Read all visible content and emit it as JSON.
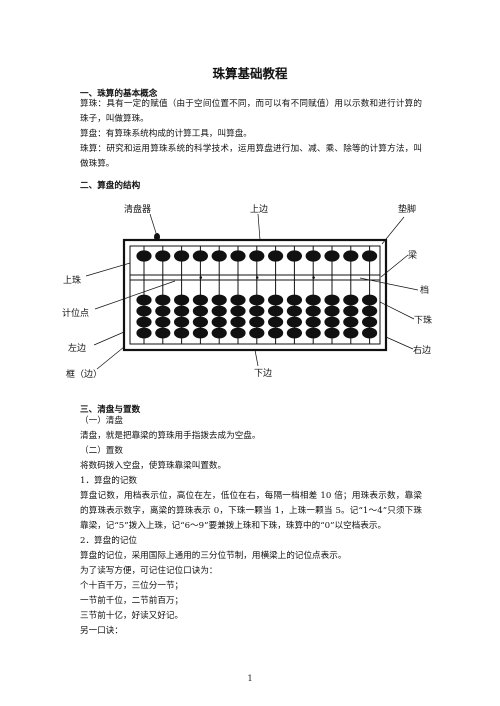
{
  "title": "珠算基础教程",
  "sec1": {
    "heading": "一、珠算的基本概念",
    "p1": "算珠：具有一定的赋值（由于空间位置不同，而可以有不同赋值）用以示数和进行计算的珠子，叫做算珠。",
    "p2": "算盘：有算珠系统构成的计算工具，叫算盘。",
    "p3": "珠算：研究和运用算珠系统的科学技术，运用算盘进行加、减、乘、除等的计算方法，叫做珠算。"
  },
  "sec2": {
    "heading": "二、算盘的结构",
    "diagram": {
      "labels": {
        "clearer": "清盘器",
        "top_edge": "上边",
        "foot": "垫脚",
        "beam": "梁",
        "upper_bead": "上珠",
        "rod": "档",
        "unit_dot": "计位点",
        "lower_bead": "下珠",
        "left_edge": "左边",
        "right_edge": "右边",
        "frame": "框（边）",
        "bottom_edge": "下边"
      }
    }
  },
  "sec3": {
    "heading": "三、清盘与置数",
    "s1": "（一）清盘",
    "s1p": "清盘，就是把靠梁的算珠用手指拨去成为空盘。",
    "s2": "（二）置数",
    "s2p": "将数码拨入空盘，使算珠靠梁叫置数。",
    "n1": "1．算盘的记数",
    "n1p": "算盘记数，用档表示位，高位在左，低位在右，每隔一档相差 10 倍；用珠表示数，靠梁的算珠表示数字，离梁的算珠表示 0，下珠一颗当 1，上珠一颗当 5。记“1～4”只须下珠靠梁，记“5”拨入上珠，记“6～9”要兼拨上珠和下珠，珠算中的“0”以空档表示。",
    "n2": "2．算盘的记位",
    "n2p": "算盘的记位，采用国际上通用的三分位节制，用横梁上的记位点表示。",
    "l1": "为了读写方便，可记住记位口诀为：",
    "l2": "个十百千万，三位分一节；",
    "l3": "一节前千位，二节前百万；",
    "l4": "三节前十亿，好读又好记。",
    "l5": "另一口诀："
  },
  "page_number": "1"
}
